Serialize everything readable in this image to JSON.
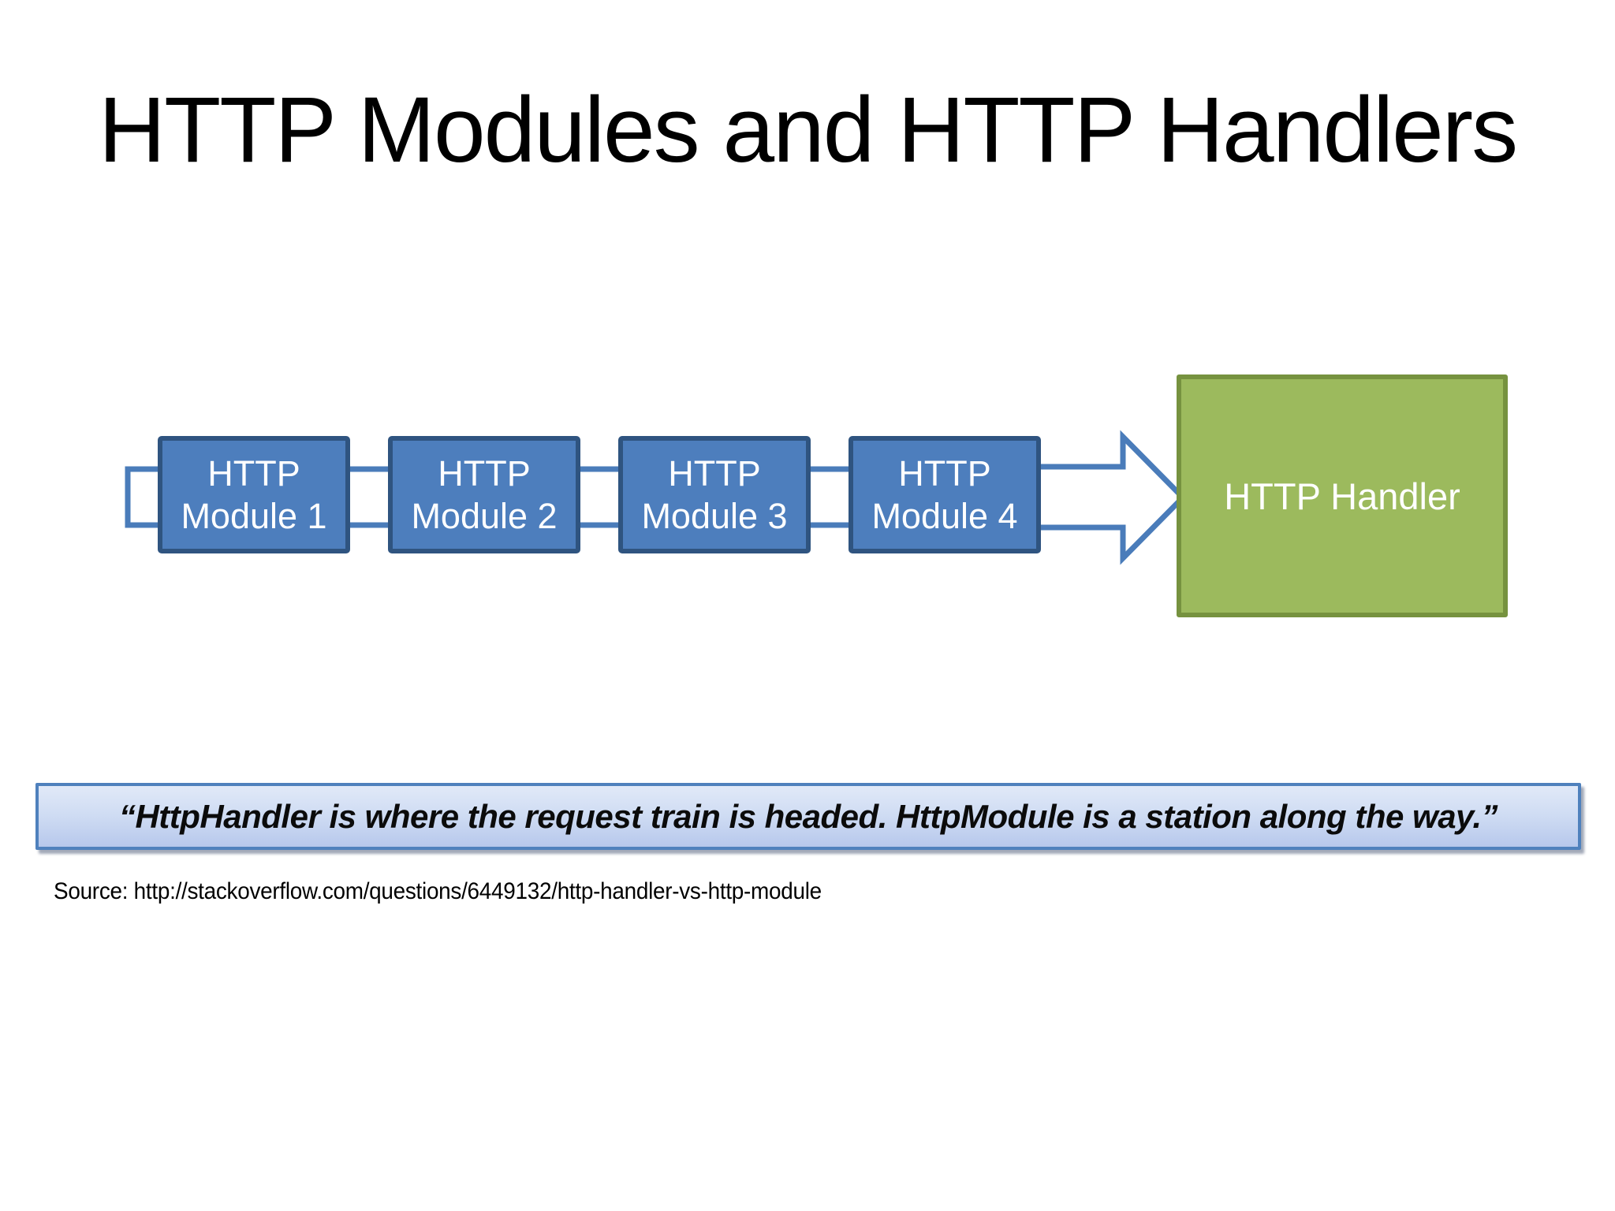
{
  "slide": {
    "title": "HTTP Modules and HTTP Handlers"
  },
  "modules": [
    {
      "line1": "HTTP",
      "line2": "Module 1"
    },
    {
      "line1": "HTTP",
      "line2": "Module 2"
    },
    {
      "line1": "HTTP",
      "line2": "Module 3"
    },
    {
      "line1": "HTTP",
      "line2": "Module 4"
    }
  ],
  "handler": {
    "label": "HTTP Handler"
  },
  "quote": {
    "text": "“HttpHandler is where the request train is headed. HttpModule is a station along the way.”"
  },
  "source": {
    "label": "Source: http://stackoverflow.com/questions/6449132/http-handler-vs-http-module"
  },
  "icons": {
    "flow_arrow": "right-block-arrow",
    "entry_bracket": "left-entry-connector"
  },
  "colors": {
    "box_fill": "#4d7ebd",
    "box_border": "#2f5480",
    "line_blue": "#4a7cba",
    "green_fill": "#9cba5d",
    "green_border": "#76923f",
    "quote_border": "#4f81bd",
    "quote_grad_top": "#e1e9f8",
    "quote_grad_mid": "#cfdcf3",
    "quote_grad_bottom": "#b7c8ec",
    "quote_shadow": "rgba(100,112,136,0.6)"
  }
}
